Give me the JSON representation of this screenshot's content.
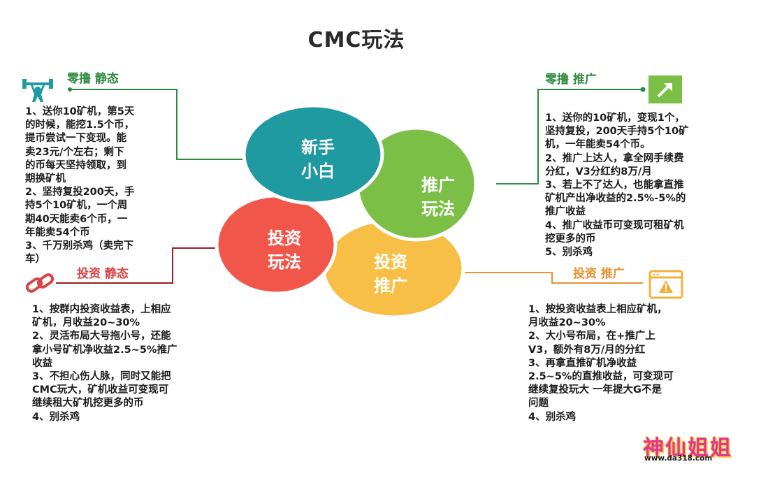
{
  "title": "CMC玩法",
  "petals": {
    "newbie": {
      "line1": "新手",
      "line2": "小白",
      "color": "#1f9aa0"
    },
    "promo": {
      "line1": "推广",
      "line2": "玩法",
      "color": "#7bbf46"
    },
    "invest": {
      "line1": "投资",
      "line2": "玩法",
      "color": "#f0564a"
    },
    "invest_promo": {
      "line1": "投资",
      "line2": "推广",
      "color": "#f7bf45"
    }
  },
  "sections": {
    "zero_static": {
      "title": "零撸 静态",
      "icon": "weightlifter-icon",
      "text": "1、送你10矿机，第5天\n的时候，能挖1.5个币，\n提币尝试一下变现。能\n卖23元/个左右；剩下\n的币每天坚持领取，到\n期换矿机\n2、坚持复投200天，手\n持5个10矿机，一个周\n期40天能卖6个币，一\n年能卖54个币\n3、千万别杀鸡（卖完下\n车）"
    },
    "zero_promo": {
      "title": "零撸 推广",
      "icon": "arrow-up-right-icon",
      "text": "1、送你的10矿机，变现1个，\n坚持复投，200天手持5个10矿\n机，一年能卖54个币。\n2、推广上达人，拿全网手续费\n分红，V3分红约8万/月\n3、若上不了达人，也能拿直推\n矿机产出净收益的2.5%-5%的\n推广收益\n4、推广收益币可变现可租矿机\n挖更多的币\n5、别杀鸡"
    },
    "invest_static": {
      "title": "投资 静态",
      "icon": "chain-link-icon",
      "text": "1、按群内投资收益表，上相应\n矿机，月收益20~30%\n2、灵活布局大号拖小号，还能\n拿小号矿机净收益2.5~5%推广\n收益\n3、不担心伤人脉，同时又能把\nCMC玩大，矿机收益可变现可\n继续租大矿机挖更多的币\n4、别杀鸡"
    },
    "invest_promo": {
      "title": "投资 推广",
      "icon": "warning-window-icon",
      "text": "1、按投资收益表上相应矿机，\n月收益20~30%\n2、大小号布局，在+推广上\nV3，额外有8万/月的分红\n3、再拿直推矿机净收益\n2.5~5%的直推收益，可变现可\n继续复投玩大  一年提大G不是\n问题\n4、别杀鸡"
    }
  },
  "watermark": {
    "main": "神仙姐姐",
    "sub": "www.da318.com"
  }
}
